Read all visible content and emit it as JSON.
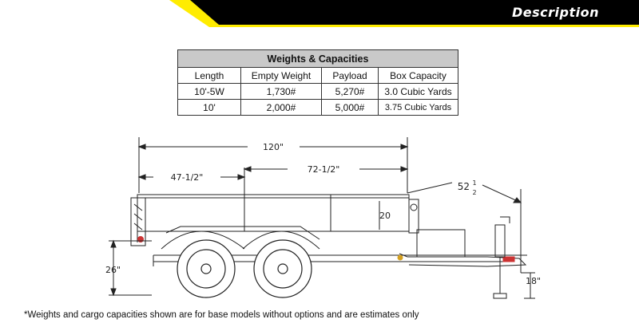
{
  "header": {
    "title": "Description",
    "accent_color": "#ffec00"
  },
  "table": {
    "caption": "Weights & Capacities",
    "columns": [
      "Length",
      "Empty Weight",
      "Payload",
      "Box Capacity"
    ],
    "rows": [
      [
        "10'-5W",
        "1,730#",
        "5,270#",
        "3.0 Cubic Yards"
      ],
      [
        "10'",
        "2,000#",
        "5,000#",
        "3.75 Cubic Yards"
      ]
    ]
  },
  "dimensions": {
    "overall_length": "120\"",
    "front_section": "47-1/2\"",
    "rear_section": "72-1/2\"",
    "tongue_length_whole": "52",
    "tongue_length_num": "1",
    "tongue_length_den": "2",
    "box_height": "20",
    "bed_height": "26\"",
    "jack_height": "18\""
  },
  "footnote": "*Weights and cargo capacities shown are for base models without options and are estimates only"
}
